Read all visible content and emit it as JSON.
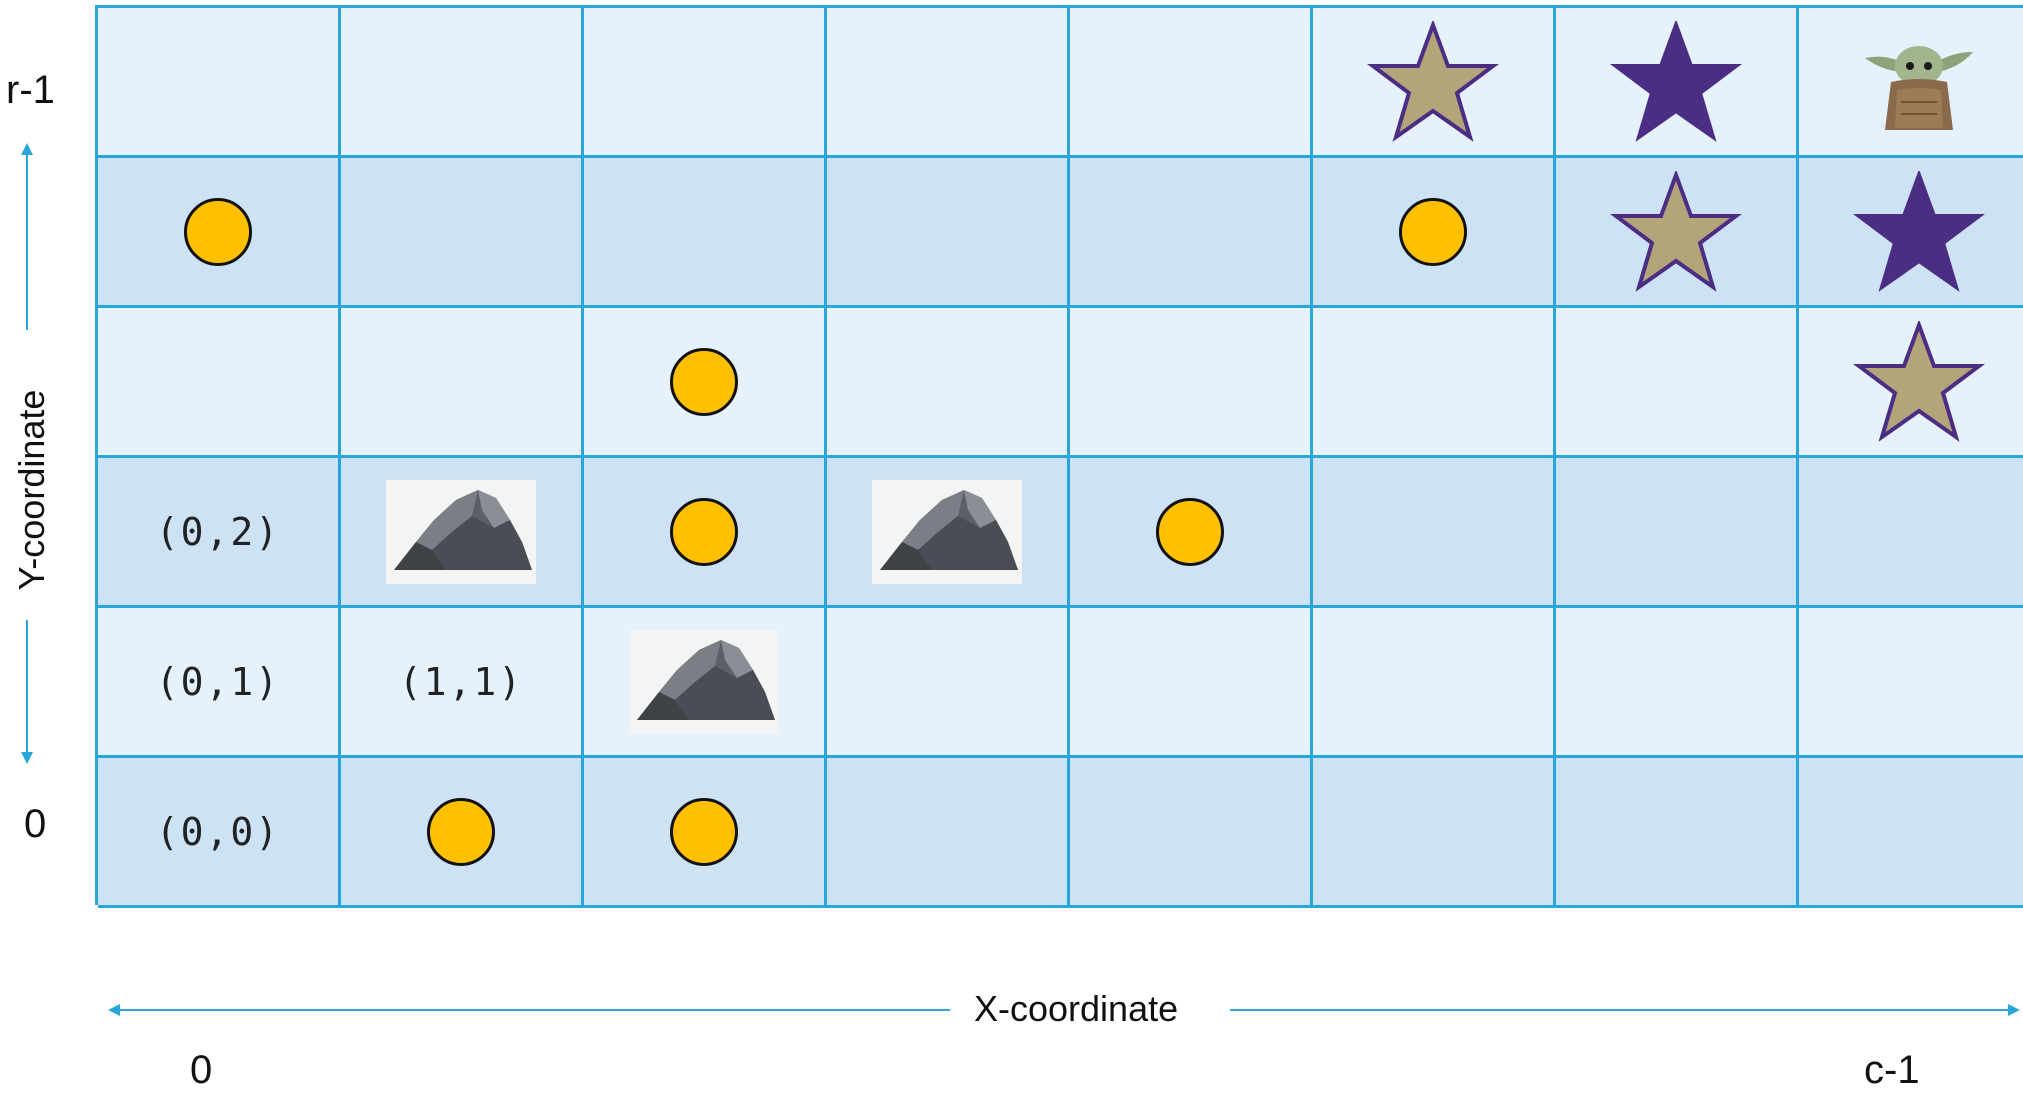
{
  "axes": {
    "y_title": "Y-coordinate",
    "x_title": "X-coordinate",
    "y_top_label": "r-1",
    "y_bottom_label": "0",
    "x_left_label": "0",
    "x_right_label": "c-1"
  },
  "grid": {
    "rows": 6,
    "columns": 8,
    "cell_labels": {
      "r2c0": "(0,2)",
      "r1c0": "(0,1)",
      "r1c1": "(1,1)",
      "r0c0": "(0,0)"
    },
    "items": [
      {
        "type": "star-outline",
        "col": 5,
        "row": 5
      },
      {
        "type": "star-filled",
        "col": 6,
        "row": 5
      },
      {
        "type": "baby-yoda",
        "col": 7,
        "row": 5
      },
      {
        "type": "coin",
        "col": 0,
        "row": 4
      },
      {
        "type": "coin",
        "col": 5,
        "row": 4
      },
      {
        "type": "star-outline",
        "col": 6,
        "row": 4
      },
      {
        "type": "star-filled",
        "col": 7,
        "row": 4
      },
      {
        "type": "coin",
        "col": 2,
        "row": 3
      },
      {
        "type": "star-outline",
        "col": 7,
        "row": 3
      },
      {
        "type": "rock",
        "col": 1,
        "row": 2
      },
      {
        "type": "coin",
        "col": 2,
        "row": 2
      },
      {
        "type": "rock",
        "col": 3,
        "row": 2
      },
      {
        "type": "coin",
        "col": 4,
        "row": 2
      },
      {
        "type": "rock",
        "col": 2,
        "row": 1
      },
      {
        "type": "coin",
        "col": 1,
        "row": 0
      },
      {
        "type": "coin",
        "col": 2,
        "row": 0
      }
    ]
  },
  "colors": {
    "grid_line": "#2aa7d8",
    "cell_light": "#e5f1fb",
    "cell_dark": "#cde2f5",
    "coin": "#ffc000",
    "star_outline_fill": "#b3a57a",
    "star_stroke": "#4b2d83",
    "star_filled": "#4b2d83",
    "arrow": "#2aa7d8"
  }
}
